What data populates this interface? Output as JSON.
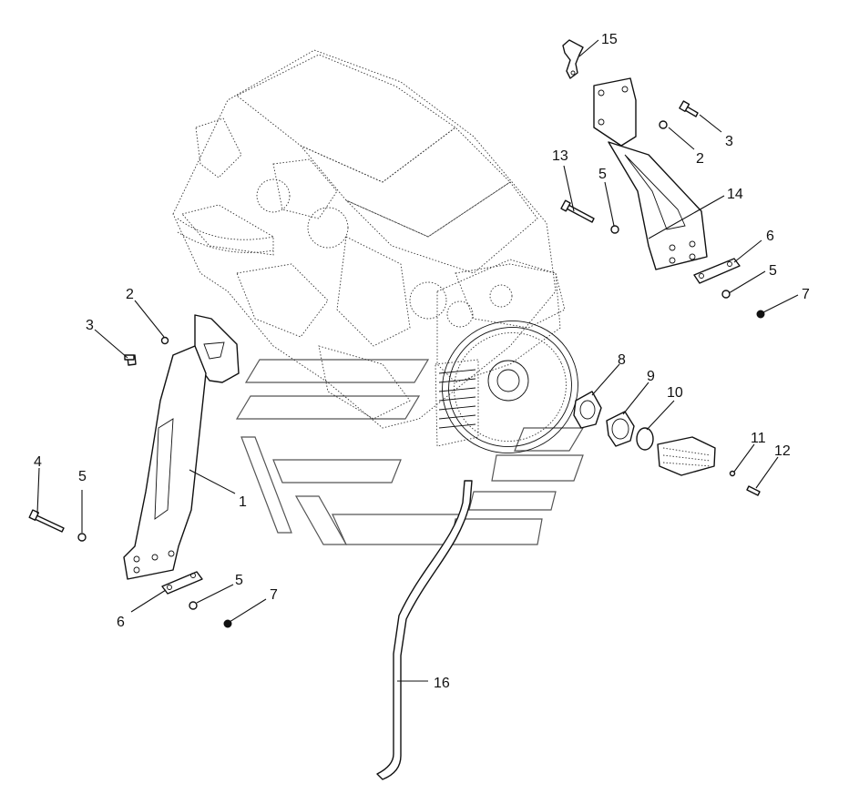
{
  "callouts": [
    {
      "id": "c15",
      "text": "15"
    },
    {
      "id": "c3r",
      "text": "3"
    },
    {
      "id": "c2r",
      "text": "2"
    },
    {
      "id": "c13",
      "text": "13"
    },
    {
      "id": "c5r1",
      "text": "5"
    },
    {
      "id": "c14",
      "text": "14"
    },
    {
      "id": "c6r",
      "text": "6"
    },
    {
      "id": "c5r2",
      "text": "5"
    },
    {
      "id": "c7r",
      "text": "7"
    },
    {
      "id": "c2l",
      "text": "2"
    },
    {
      "id": "c3l",
      "text": "3"
    },
    {
      "id": "c8",
      "text": "8"
    },
    {
      "id": "c9",
      "text": "9"
    },
    {
      "id": "c10",
      "text": "10"
    },
    {
      "id": "c11",
      "text": "11"
    },
    {
      "id": "c12",
      "text": "12"
    },
    {
      "id": "c4",
      "text": "4"
    },
    {
      "id": "c5l1",
      "text": "5"
    },
    {
      "id": "c1",
      "text": "1"
    },
    {
      "id": "c5l2",
      "text": "5"
    },
    {
      "id": "c7l",
      "text": "7"
    },
    {
      "id": "c6l",
      "text": "6"
    },
    {
      "id": "c16",
      "text": "16"
    }
  ]
}
